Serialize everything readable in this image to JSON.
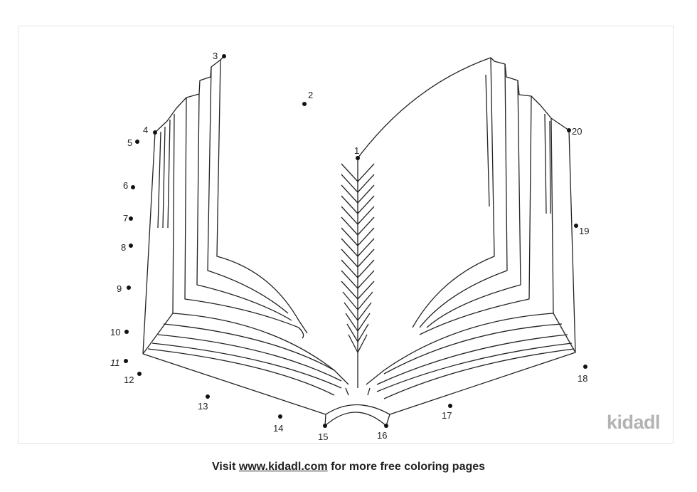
{
  "dots": [
    {
      "label": "1"
    },
    {
      "label": "2"
    },
    {
      "label": "3"
    },
    {
      "label": "4"
    },
    {
      "label": "5"
    },
    {
      "label": "6"
    },
    {
      "label": "7"
    },
    {
      "label": "8"
    },
    {
      "label": "9"
    },
    {
      "label": "10"
    },
    {
      "label": "11"
    },
    {
      "label": "12"
    },
    {
      "label": "13"
    },
    {
      "label": "14"
    },
    {
      "label": "15"
    },
    {
      "label": "16"
    },
    {
      "label": "17"
    },
    {
      "label": "18"
    },
    {
      "label": "19"
    },
    {
      "label": "20"
    }
  ],
  "logo": "kidadl",
  "footer": {
    "prefix": "Visit ",
    "link": "www.kidadl.com",
    "suffix": " for more free coloring pages"
  }
}
